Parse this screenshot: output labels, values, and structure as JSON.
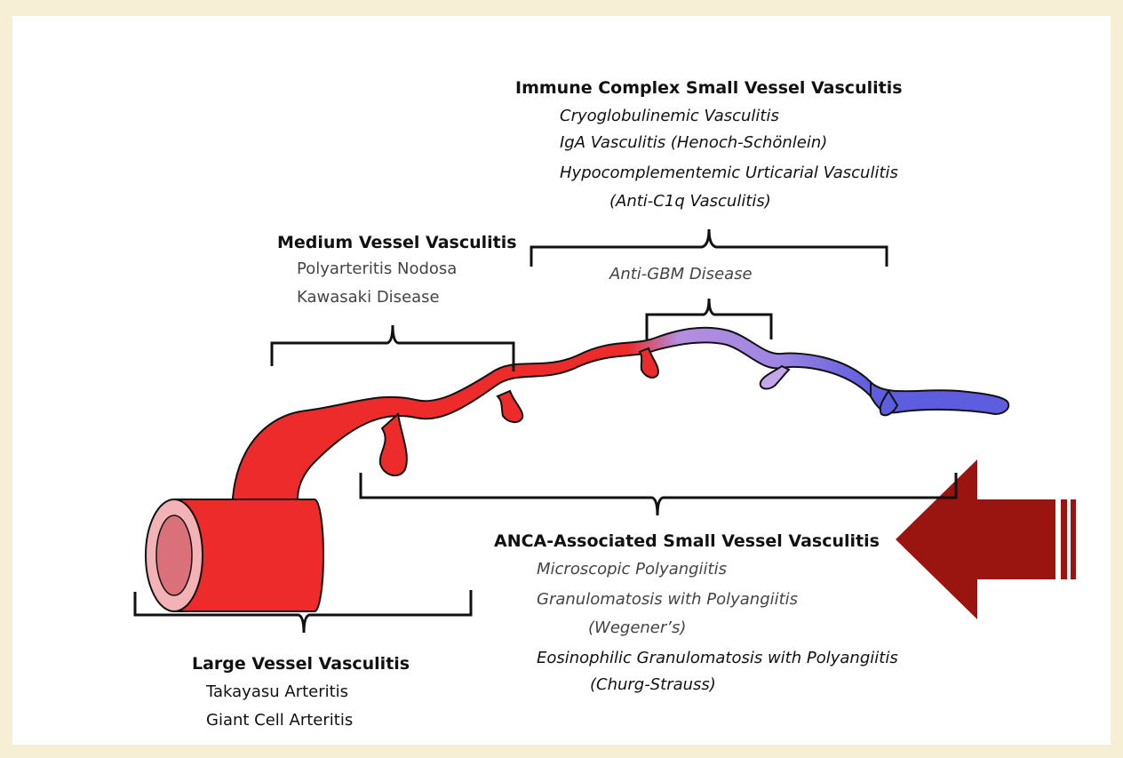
{
  "groups": {
    "immune_complex": {
      "title": "Immune Complex  Small Vessel Vasculitis",
      "items": [
        "Cryoglobulinemic Vasculitis",
        "IgA Vasculitis (Henoch-Schönlein)",
        "Hypocomplementemic Urticarial Vasculitis",
        "(Anti-C1q Vasculitis)"
      ]
    },
    "anti_gbm": {
      "label": "Anti-GBM Disease"
    },
    "medium": {
      "title": "Medium Vessel Vasculitis",
      "items": [
        "Polyarteritis Nodosa",
        "Kawasaki Disease"
      ]
    },
    "anca": {
      "title": "ANCA-Associated Small Vessel Vasculitis",
      "items": [
        "Microscopic Polyangiitis",
        "Granulomatosis with Polyangiitis",
        "(Wegener’s)",
        "Eosinophilic Granulomatosis with Polyangiitis",
        "(Churg-Strauss)"
      ]
    },
    "large": {
      "title": "Large Vessel Vasculitis",
      "items": [
        "Takayasu Arteritis",
        "Giant Cell Arteritis"
      ]
    }
  },
  "colors": {
    "background": "#f6efd6",
    "vessel_red": "#ee2b2b",
    "vessel_purple": "#b38ee0",
    "vessel_blue": "#5f5ddf",
    "arrow": "#9a1410",
    "vessel_lumen": "#d9707a"
  }
}
